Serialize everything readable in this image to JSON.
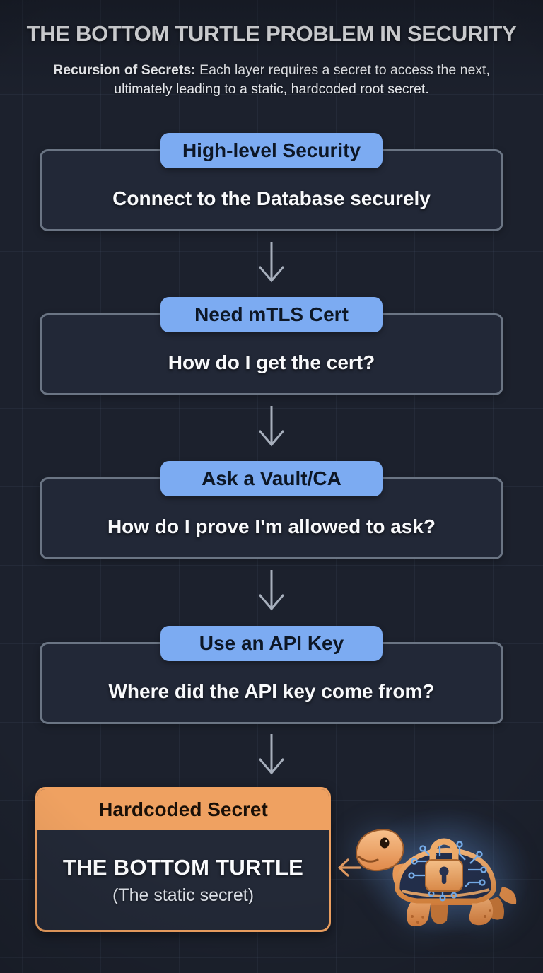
{
  "header": {
    "title": "THE BOTTOM TURTLE PROBLEM IN SECURITY",
    "subtitle_lead": "Recursion of Secrets:",
    "subtitle_rest": " Each layer requires a secret to access the next, ultimately leading to a static, hardcoded root secret."
  },
  "flow": {
    "steps": [
      {
        "tab": "High-level Security",
        "body": "Connect to the Database securely"
      },
      {
        "tab": "Need mTLS Cert",
        "body": "How do I get the cert?"
      },
      {
        "tab": "Ask a Vault/CA",
        "body": "How do I prove I'm allowed to ask?"
      },
      {
        "tab": "Use an API Key",
        "body": "Where did the API key come from?"
      }
    ],
    "connector_icon": "down-arrow"
  },
  "bottom": {
    "header": "Hardcoded Secret",
    "title": "THE BOTTOM TURTLE",
    "subtitle": "(The static secret)",
    "pointer_icon": "left-arrow",
    "illustration_icon": "circuit-turtle-lock"
  },
  "colors": {
    "background": "#1c212d",
    "tab_blue": "#7cabf2",
    "box_border_gray": "#6b7584",
    "accent_orange": "#efa161",
    "arrow_gray": "#a7afbc",
    "circuit_blue": "#78b0ee",
    "text_white": "#f8f9fb"
  }
}
